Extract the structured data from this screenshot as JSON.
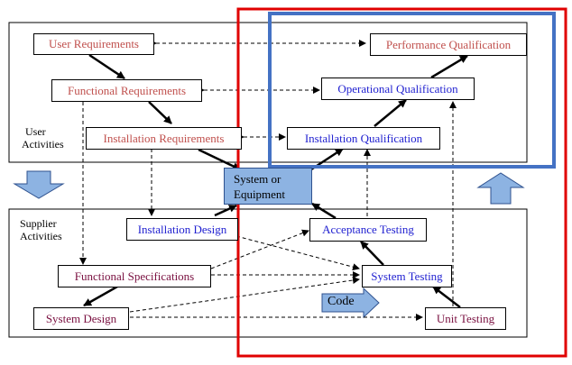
{
  "user": {
    "label_line1": "User",
    "label_line2": "Activities",
    "user_requirements": "User Requirements",
    "functional_requirements": "Functional Requirements",
    "installation_requirements": "Installation Requirements",
    "performance_qualification": "Performance Qualification",
    "operational_qualification": "Operational Qualification",
    "installation_qualification": "Installation Qualification"
  },
  "center": {
    "system_line1": "System or",
    "system_line2": "Equipment"
  },
  "supplier": {
    "label_line1": "Supplier",
    "label_line2": "Activities",
    "installation_design": "Installation Design",
    "acceptance_testing": "Acceptance Testing",
    "functional_specifications": "Functional Specifications",
    "system_testing": "System Testing",
    "system_design": "System Design",
    "unit_testing": "Unit Testing",
    "code": "Code"
  },
  "colors": {
    "requirements_text": "#c0504d",
    "qualification_text": "#1f1fd0",
    "supplier_spec_text": "#7a1040",
    "highlight_red": "#e00000",
    "highlight_blue": "#4472c4",
    "system_fill": "#8db3e2"
  }
}
